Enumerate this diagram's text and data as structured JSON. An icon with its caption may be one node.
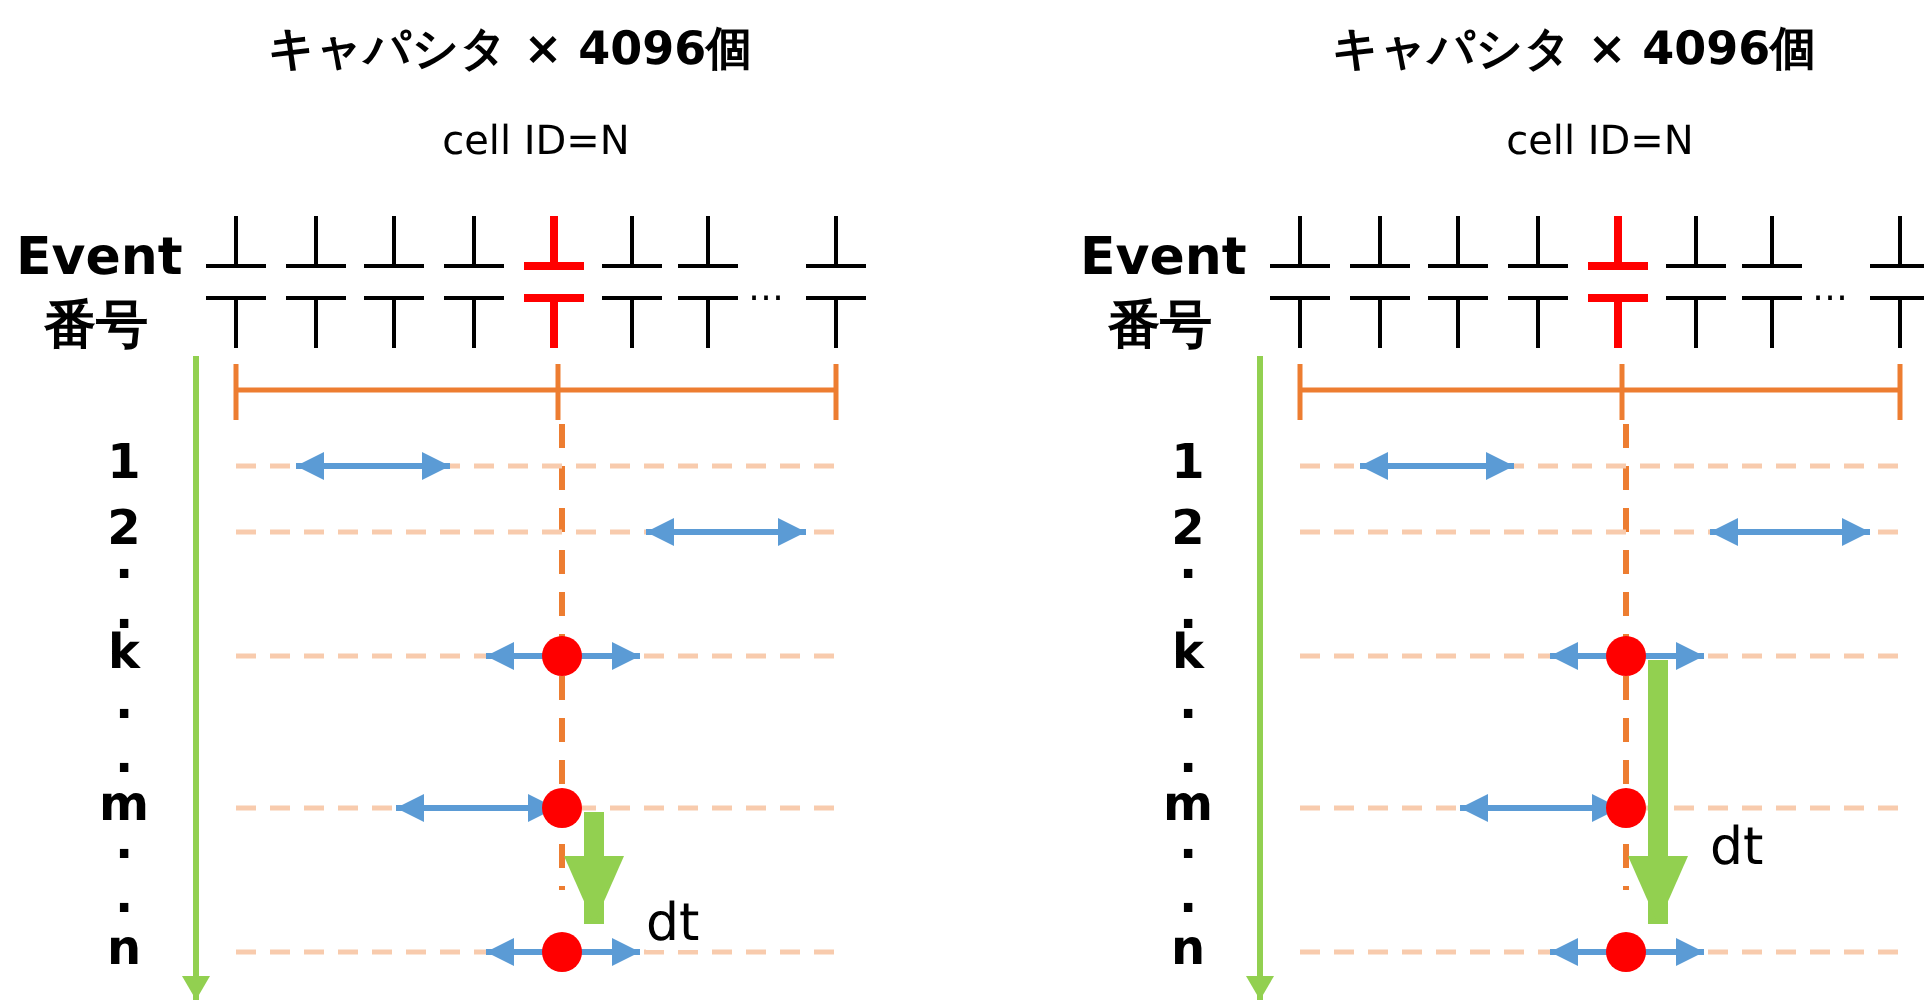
{
  "diagram": {
    "nodes": [
      {
        "text": [],
        "shape": "circle"
      },
      {
        "text": [],
        "shape": "circle"
      },
      {
        "text": [],
        "shape": "circle"
      },
      {
        "text": [],
        "shape": "circle"
      },
      {
        "text": [],
        "shape": "circle"
      },
      {
        "text": [],
        "shape": "circle"
      }
    ],
    "edges": [
      {
        "from": 1,
        "to": 2,
        "arrow": "to",
        "label": "dt"
      },
      {
        "from": 3,
        "to": 5,
        "arrow": "to",
        "label": "dt"
      }
    ],
    "labels": [
      "キャパシタ × 4096個",
      "cell ID=N",
      "Event",
      "番号",
      "…",
      "1",
      "2",
      ".",
      ".",
      "k",
      ".",
      ".",
      "m",
      ".",
      ".",
      "n",
      "キャパシタ × 4096個",
      "cell ID=N",
      "Event",
      "番号",
      "…",
      "1",
      "2",
      ".",
      ".",
      "k",
      ".",
      ".",
      "m",
      ".",
      ".",
      "n"
    ]
  }
}
